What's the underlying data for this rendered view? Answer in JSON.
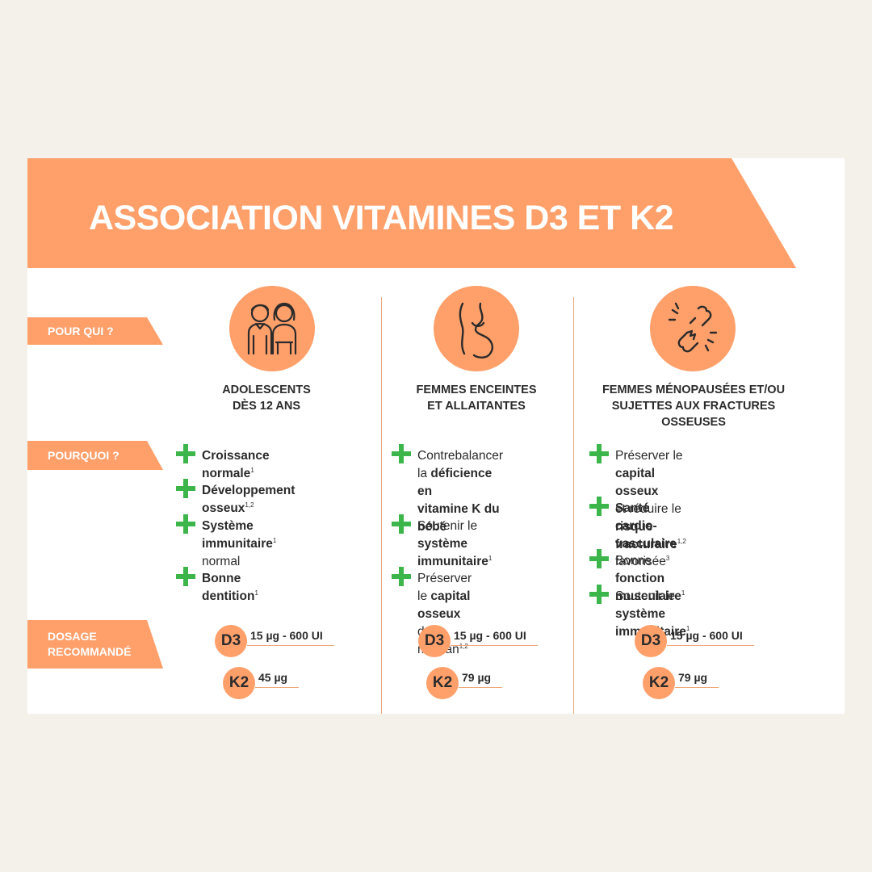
{
  "title": "ASSOCIATION VITAMINES D3 ET K2",
  "row_labels": {
    "pour_qui": "POUR QUI ?",
    "pourquoi": "POURQUOI ?",
    "dosage_line1": "DOSAGE",
    "dosage_line2": "RECOMMANDÉ"
  },
  "colors": {
    "accent": "#ffa06b",
    "plus": "#3cb54a",
    "divider": "#f0a878"
  },
  "columns": [
    {
      "icon": "teen-couple-icon",
      "title_lines": [
        "ADOLESCENTS",
        "DÈS 12 ANS"
      ],
      "benefits": [
        {
          "lines": [
            [
              {
                "t": "Croissance normale",
                "b": true
              },
              {
                "sup": "1"
              }
            ]
          ]
        },
        {
          "lines": [
            [
              {
                "t": "Développement osseux",
                "b": true
              },
              {
                "sup": "1,2"
              }
            ]
          ]
        },
        {
          "lines": [
            [
              {
                "t": "Système immunitaire",
                "b": true
              },
              {
                "sup": "1"
              }
            ],
            [
              {
                "t": "normal"
              }
            ]
          ]
        },
        {
          "lines": [
            [
              {
                "t": "Bonne dentition",
                "b": true
              },
              {
                "sup": "1"
              }
            ]
          ]
        }
      ],
      "doses": [
        {
          "name": "D3",
          "value": "15 µg  - 600 UI"
        },
        {
          "name": "K2",
          "value": "45 µg"
        }
      ]
    },
    {
      "icon": "pregnant-woman-icon",
      "title_lines": [
        "FEMMES ENCEINTES",
        "ET ALLAITANTES"
      ],
      "benefits": [
        {
          "lines": [
            [
              {
                "t": "Contrebalancer"
              }
            ],
            [
              {
                "t": "la "
              },
              {
                "t": "déficience en",
                "b": true
              }
            ],
            [
              {
                "t": "vitamine K du bébé",
                "b": true
              }
            ]
          ]
        },
        {
          "lines": [
            [
              {
                "t": "Soutenir le "
              },
              {
                "t": "système",
                "b": true
              }
            ],
            [
              {
                "t": "immunitaire",
                "b": true
              },
              {
                "sup": "1"
              }
            ]
          ]
        },
        {
          "lines": [
            [
              {
                "t": "Préserver le "
              },
              {
                "t": "capital",
                "b": true
              }
            ],
            [
              {
                "t": "osseux",
                "b": true
              },
              {
                "t": " de la maman"
              },
              {
                "sup": "1,2"
              }
            ]
          ]
        }
      ],
      "doses": [
        {
          "name": "D3",
          "value": "15 µg  - 600 UI"
        },
        {
          "name": "K2",
          "value": "79 µg"
        }
      ]
    },
    {
      "icon": "bone-fracture-icon",
      "title_lines": [
        "FEMMES MÉNOPAUSÉES ET/OU",
        "SUJETTES AUX FRACTURES",
        "OSSEUSES"
      ],
      "benefits": [
        {
          "lines": [
            [
              {
                "t": "Préserver le "
              },
              {
                "t": "capital osseux",
                "b": true
              }
            ],
            [
              {
                "t": "et réduire le "
              },
              {
                "t": "risque fracturaire",
                "b": true
              },
              {
                "sup": "1,2"
              }
            ]
          ]
        },
        {
          "lines": [
            [
              {
                "t": "Santé cardio-vasculaire",
                "b": true
              }
            ],
            [
              {
                "t": "favorisée"
              },
              {
                "sup": "3"
              }
            ]
          ]
        },
        {
          "lines": [
            [
              {
                "t": "Bonne "
              },
              {
                "t": "fonction musculaire",
                "b": true
              },
              {
                "sup": "1"
              }
            ]
          ]
        },
        {
          "lines": [
            [
              {
                "t": "Soutenir le "
              },
              {
                "t": "système immunitaire",
                "b": true
              },
              {
                "sup": "1"
              }
            ]
          ]
        }
      ],
      "doses": [
        {
          "name": "D3",
          "value": "15 µg  - 600 UI"
        },
        {
          "name": "K2",
          "value": "79 µg"
        }
      ]
    }
  ]
}
